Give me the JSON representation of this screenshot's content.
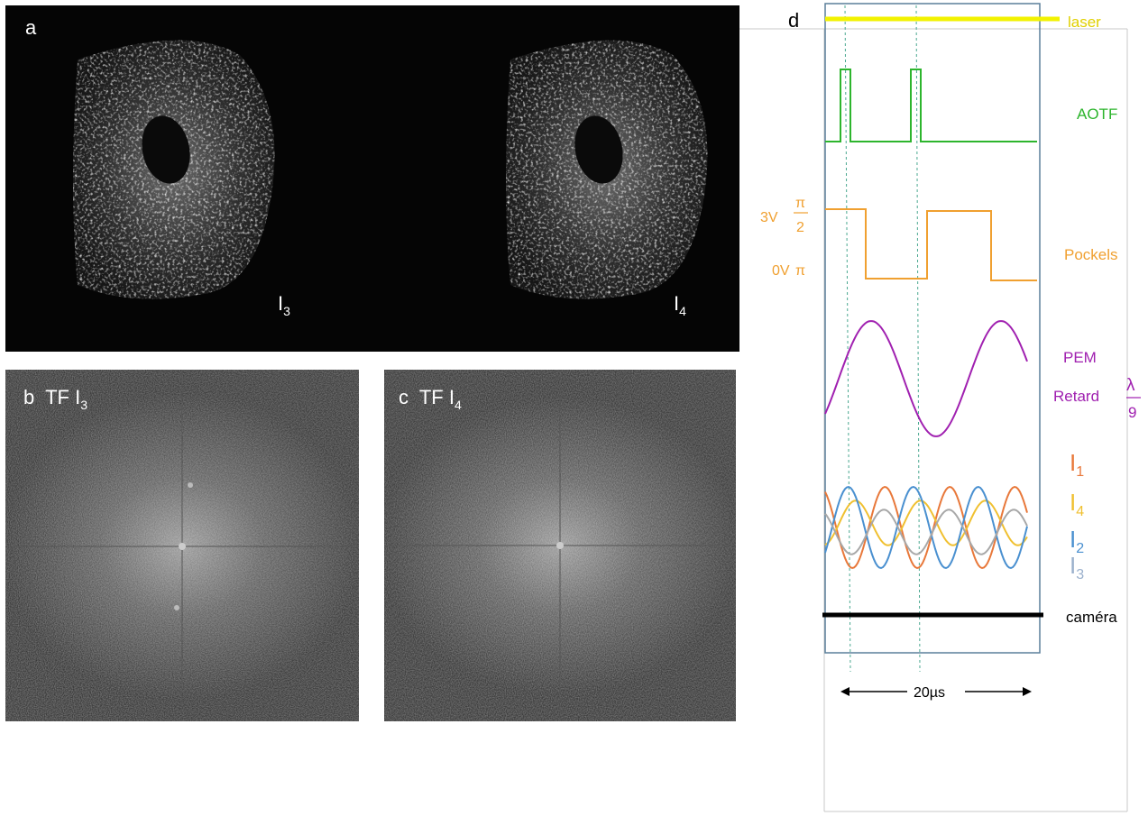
{
  "panel_a": {
    "letter": "a",
    "image1_label": "I",
    "image1_sub": "3",
    "image2_label": "I",
    "image2_sub": "4"
  },
  "panel_b": {
    "letter": "b",
    "title": "TF I",
    "title_sub": "3"
  },
  "panel_c": {
    "letter": "c",
    "title": "TF I",
    "title_sub": "4"
  },
  "panel_d": {
    "letter": "d",
    "colors": {
      "laser": "#f2f200",
      "aotf": "#2db52d",
      "pockels": "#f0a030",
      "pem": "#a020b0",
      "i1": "#e8783a",
      "i2": "#4a90d0",
      "i3": "#9ab0cc",
      "i4": "#f0c030",
      "camera": "#000000"
    },
    "labels": {
      "laser": "laser",
      "aotf": "AOTF",
      "pockels": "Pockels",
      "pem": "PEM",
      "retard": "Retard",
      "lambda": "λ",
      "nine": "9",
      "v_high": "3V",
      "pi_num": "π",
      "pi_den": "2",
      "v_low": "0V",
      "pi_low": "π",
      "i1": "I",
      "i1_sub": "1",
      "i4": "I",
      "i4_sub": "4",
      "i2": "I",
      "i2_sub": "2",
      "i3": "I",
      "i3_sub": "3",
      "camera": "caméra",
      "duration": "20µs"
    }
  }
}
